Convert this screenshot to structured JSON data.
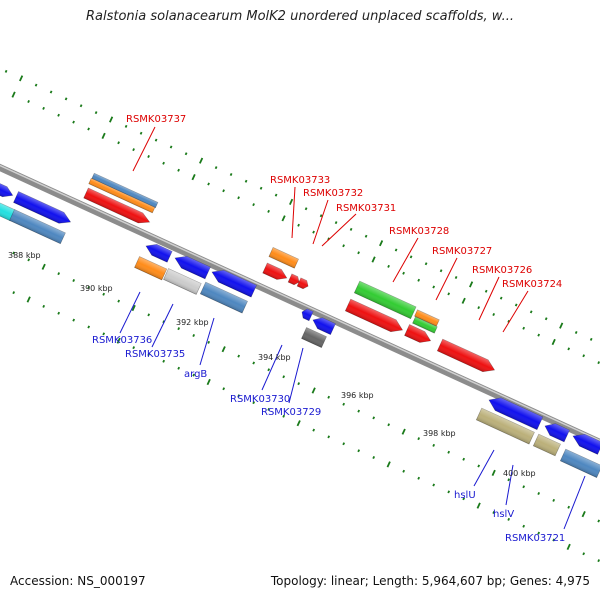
{
  "title": "Ralstonia solanacearum MolK2 unordered unplaced scaffolds, w...",
  "footer": {
    "accession": "Accession: NS_000197",
    "summary": "Topology: linear; Length: 5,964,607 bp; Genes: 4,975"
  },
  "colors": {
    "backbone": "#8c8c8c",
    "tick": "#1a7a1a",
    "top_label": "#dd0000",
    "bottom_label": "#1a1ad0"
  },
  "scale_labels": [
    "388 kbp",
    "390 kbp",
    "392 kbp",
    "394 kbp",
    "396 kbp",
    "398 kbp",
    "400 kbp"
  ],
  "top_genes": [
    "RSMK03737",
    "RSMK03733",
    "RSMK03732",
    "RSMK03731",
    "RSMK03728",
    "RSMK03727",
    "RSMK03726",
    "RSMK03724"
  ],
  "bottom_genes": [
    "RSMK03736",
    "RSMK03735",
    "argB",
    "RSMK03730",
    "RSMK03729",
    "hslU",
    "hslV",
    "RSMK03721"
  ]
}
